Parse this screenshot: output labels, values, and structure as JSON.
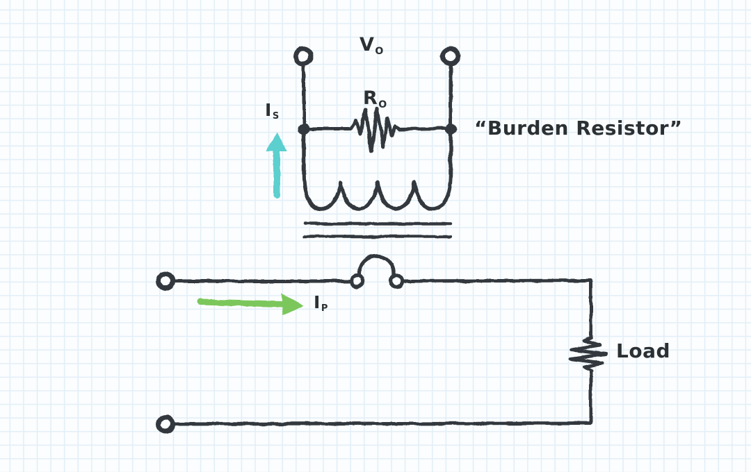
{
  "colors": {
    "paper": "#fbfdfe",
    "grid": "#e2eef7",
    "ink": "#33383c",
    "label": "#2b3033",
    "secondary_arrow": "#5ccfcf",
    "primary_arrow": "#7cc75b"
  },
  "labels": {
    "v_out": {
      "main": "V",
      "sub": "O"
    },
    "r_out": {
      "main": "R",
      "sub": "O"
    },
    "i_secondary": {
      "main": "I",
      "sub": "S"
    },
    "i_primary": {
      "main": "I",
      "sub": "P"
    },
    "burden_resistor": "“Burden Resistor”",
    "load": "Load"
  }
}
